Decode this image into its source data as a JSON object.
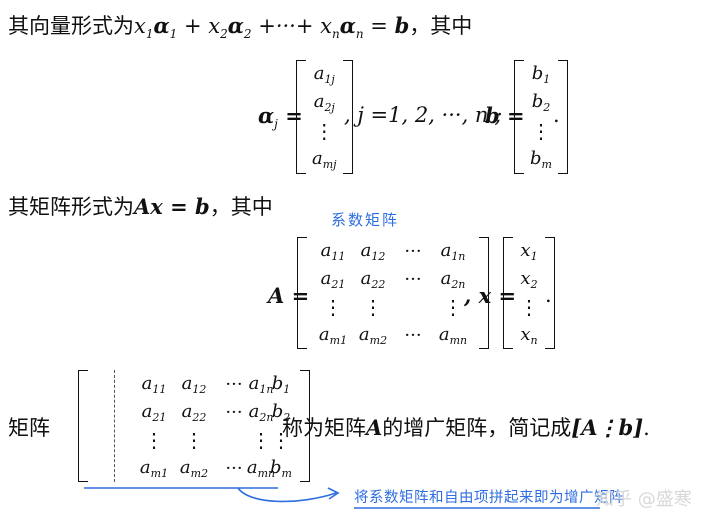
{
  "line1": {
    "prefix": "其向量形式为",
    "suffix": "，其中"
  },
  "line2": {
    "j_range": ", j =1, 2, ···, n ; ",
    "end": "."
  },
  "line3": {
    "prefix": "其矩阵形式为",
    "expr": "Ax = b",
    "suffix": "，其中"
  },
  "annotation_top": "系数矩阵",
  "line4": {
    "A_label": "A =",
    "x_label": ", x =",
    "end": "."
  },
  "line5": {
    "prefix": "矩阵",
    "middle": "称为矩阵",
    "A": "A",
    "middle2": "的增广矩阵，简记成",
    "bracket_notation": "[A⋮b]",
    "end": "."
  },
  "annotation_bottom": "将系数矩阵和自由项拼起来即为增广矩阵",
  "watermark": "知乎 @盛寒",
  "colors": {
    "handwriting": "#2f6ee0",
    "text": "#111111"
  }
}
